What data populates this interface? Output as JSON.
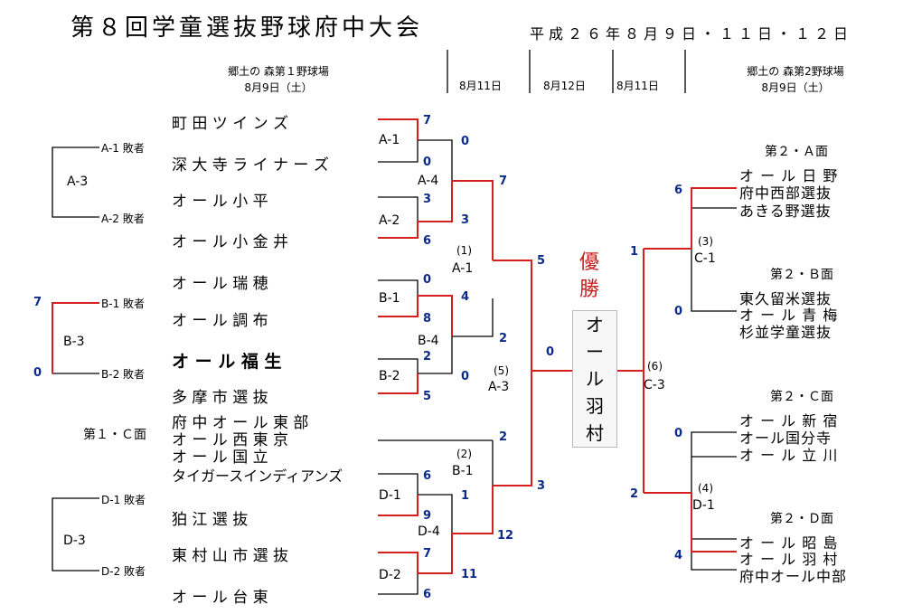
{
  "title": "第８回学童選抜野球府中大会",
  "dates": "平成２６年８月９日・１１日・１２日",
  "venue1": {
    "name": "郷土の 森第１野球場",
    "date": "8月9日（土）"
  },
  "venue2": {
    "name": "郷土の 森第2野球場",
    "date": "8月9日（土）"
  },
  "day_headers": [
    "8月11日",
    "8月12日",
    "8月11日"
  ],
  "left_teams": [
    "町 田 ツ イ ン ズ",
    "深 大 寺 ラ イ ナ ー ズ",
    "オ ー ル 小 平",
    "オ ー ル 小 金 井",
    "オ ー ル 瑞 穂",
    "オ ー ル 調 布",
    "オ ー ル 福 生",
    "多 摩 市 選 抜",
    "府 中 オ ー ル 東 部",
    "オ ー ル 西 東 京",
    "オ ー ル 国 立",
    "タイガースインディアンズ",
    "狛 江 選 抜",
    "東 村 山 市 選 抜",
    "オ ー ル 台 東"
  ],
  "c_court_label": "第１・Ｃ面",
  "loser_labels": {
    "a1": "A-1 敗者",
    "a2": "A-2 敗者",
    "b1": "B-1 敗者",
    "b2": "B-2 敗者",
    "d1": "D-1 敗者",
    "d2": "D-2 敗者"
  },
  "consolation_labels": {
    "a3": "A-3",
    "b3": "B-3",
    "d3": "D-3"
  },
  "consolation_scores": {
    "b3_top": "7",
    "b3_bottom": "0"
  },
  "match_labels": {
    "a1": "A-1",
    "a2": "A-2",
    "a4": "A-4",
    "b1": "B-1",
    "b2": "B-2",
    "b4": "B-4",
    "d1": "D-1",
    "d2": "D-2",
    "d4": "D-4",
    "m1_num": "(1)",
    "m1": "A-1",
    "m2_num": "(2)",
    "m2": "B-1",
    "m5_num": "(5)",
    "m5": "A-3",
    "m3_num": "(3)",
    "m3": "C-1",
    "m4_num": "(4)",
    "m4": "D-1",
    "m6_num": "(6)",
    "m6": "C-3"
  },
  "scores": {
    "a1_top": "7",
    "a1_bottom": "0",
    "a2_top": "3",
    "a2_bottom": "6",
    "a4_top": "0",
    "a4_bottom": "3",
    "b1_top": "0",
    "b1_bottom": "8",
    "b2_top": "2",
    "b2_bottom": "5",
    "b4_top": "4",
    "b4_bottom": "0",
    "m1_top": "7",
    "m1_bottom": "2",
    "c_team": "2",
    "d1_top": "6",
    "d1_bottom": "9",
    "d2_top": "7",
    "d2_bottom": "6",
    "d4_top": "1",
    "d4_bottom": "11",
    "m2_top": "3",
    "m2_bottom": "12",
    "m5_top": "5",
    "m5_bottom": "3",
    "final_left": "0",
    "final_right": "1",
    "m3_top": "6",
    "m3_bottom": "0",
    "m4_top": "0",
    "m4_bottom": "4",
    "m6_top": "1",
    "m6_bottom": "2"
  },
  "champion_label": [
    "優",
    "勝"
  ],
  "champion": [
    "オ",
    "ー",
    "ル",
    "羽",
    "村"
  ],
  "right_groups": [
    {
      "court": "第２・Ａ面",
      "teams": [
        "オ ー ル 日 野",
        "府中西部選抜",
        "あきる野選抜"
      ]
    },
    {
      "court": "第２・Ｂ面",
      "teams": [
        "東久留米選抜",
        "オ ー ル 青 梅",
        "杉並学童選抜"
      ]
    },
    {
      "court": "第２・Ｃ面",
      "teams": [
        "オ ー ル 新 宿",
        "オール国分寺",
        "オ ー ル 立 川"
      ]
    },
    {
      "court": "第２・Ｄ面",
      "teams": [
        "オ ー ル 昭 島",
        "オ ー ル 羽 村",
        "府中オール中部"
      ]
    }
  ],
  "colors": {
    "winner_line": "#d61f1f",
    "loser_line": "#000000",
    "score": "#0b2a8a",
    "champion_label": "#c81e1e"
  }
}
